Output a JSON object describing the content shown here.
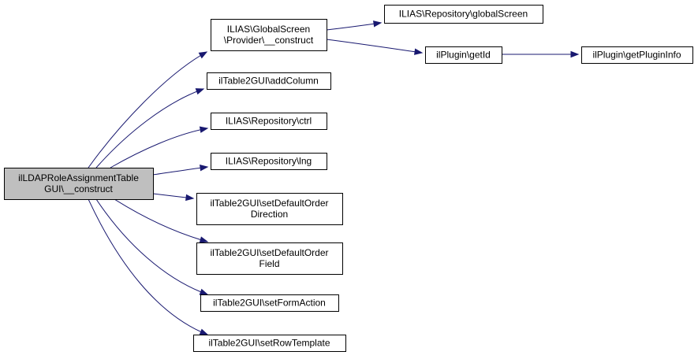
{
  "diagram": {
    "nodes": [
      {
        "id": "root",
        "lines": [
          "ilLDAPRoleAssignmentTable",
          "GUI\\__construct"
        ]
      },
      {
        "id": "gs",
        "lines": [
          "ILIAS\\GlobalScreen",
          "\\Provider\\__construct"
        ]
      },
      {
        "id": "addcol",
        "lines": [
          "ilTable2GUI\\addColumn"
        ]
      },
      {
        "id": "ctrl",
        "lines": [
          "ILIAS\\Repository\\ctrl"
        ]
      },
      {
        "id": "lng",
        "lines": [
          "ILIAS\\Repository\\lng"
        ]
      },
      {
        "id": "sdod",
        "lines": [
          "ilTable2GUI\\setDefaultOrder",
          "Direction"
        ]
      },
      {
        "id": "sdof",
        "lines": [
          "ilTable2GUI\\setDefaultOrder",
          "Field"
        ]
      },
      {
        "id": "sfa",
        "lines": [
          "ilTable2GUI\\setFormAction"
        ]
      },
      {
        "id": "srt",
        "lines": [
          "ilTable2GUI\\setRowTemplate"
        ]
      },
      {
        "id": "globalscreen",
        "lines": [
          "ILIAS\\Repository\\globalScreen"
        ]
      },
      {
        "id": "getid",
        "lines": [
          "ilPlugin\\getId"
        ]
      },
      {
        "id": "getplugininfo",
        "lines": [
          "ilPlugin\\getPluginInfo"
        ]
      }
    ],
    "edges": [
      {
        "from": "root",
        "to": "gs"
      },
      {
        "from": "root",
        "to": "addcol"
      },
      {
        "from": "root",
        "to": "ctrl"
      },
      {
        "from": "root",
        "to": "lng"
      },
      {
        "from": "root",
        "to": "sdod"
      },
      {
        "from": "root",
        "to": "sdof"
      },
      {
        "from": "root",
        "to": "sfa"
      },
      {
        "from": "root",
        "to": "srt"
      },
      {
        "from": "gs",
        "to": "globalscreen"
      },
      {
        "from": "gs",
        "to": "getid"
      },
      {
        "from": "getid",
        "to": "getplugininfo"
      }
    ],
    "colors": {
      "edge": "#191970",
      "root_fill": "#bfbfbf",
      "node_fill": "#ffffff",
      "border": "#000000"
    }
  }
}
